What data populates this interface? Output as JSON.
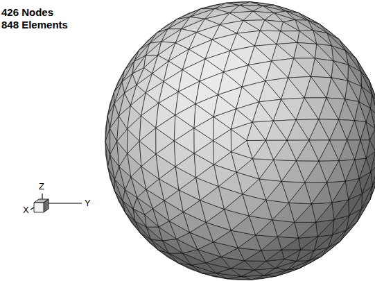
{
  "diagram": {
    "labels": [
      "426 Nodes",
      "848 Elements",
      "Z",
      "X",
      "Y"
    ]
  }
}
